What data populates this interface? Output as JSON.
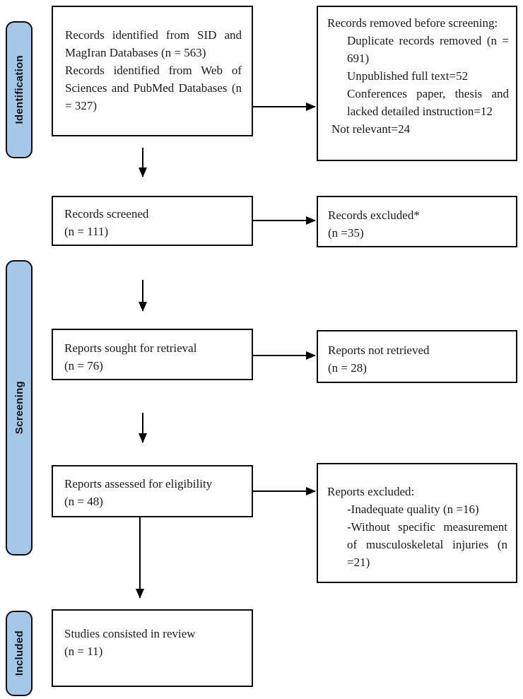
{
  "sidebar": {
    "identification": "Identification",
    "screening": "Screening",
    "included": "Included"
  },
  "flow": {
    "identified": {
      "para1": "Records identified from SID and MagIran Databases (n = 563)",
      "para2": "Records identified from Web of Sciences and PubMed Databases (n = 327)"
    },
    "screened": {
      "line1": "Records screened",
      "line2": "(n = 111)"
    },
    "sought": {
      "line1": "Reports sought for retrieval",
      "line2": "(n = 76)"
    },
    "assessed": {
      "line1": "Reports assessed for eligibility",
      "line2": "(n = 48)"
    },
    "included": {
      "line1": "Studies consisted in review",
      "line2": "(n = 11)"
    }
  },
  "exclusions": {
    "removed_before_screening": {
      "title": "Records removed before screening:",
      "items": [
        "Duplicate records removed (n = 691)",
        "Unpublished full text=52",
        "Conferences paper, thesis and lacked detailed instruction=12"
      ],
      "footer": "Not relevant=24"
    },
    "records_excluded": {
      "line1": "Records excluded*",
      "line2": "(n =35)"
    },
    "reports_not_retrieved": {
      "line1": "Reports not retrieved",
      "line2": "(n = 28)"
    },
    "reports_excluded": {
      "title": "Reports excluded:",
      "items": [
        "-Inadequate quality (n =16)",
        "-Without specific measurement of musculoskeletal injuries (n =21)"
      ]
    }
  },
  "colors": {
    "stage_fill": "#a5c8e9",
    "border": "#0d0d0d",
    "arrow": "#000000"
  }
}
